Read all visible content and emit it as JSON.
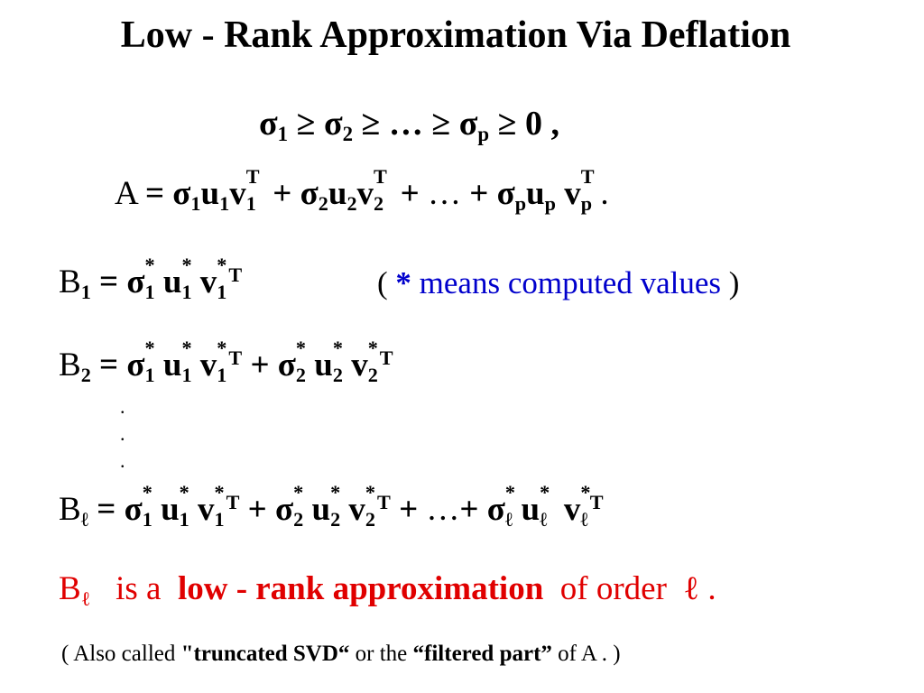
{
  "title": "Low - Rank  Approximation Via Deflation",
  "symbols": {
    "sigma": "σ",
    "ge": "≥",
    "ell": "ℓ",
    "star": "*",
    "T": "T",
    "ellipsis": "…",
    "dot": "."
  },
  "note": {
    "open": "( ",
    "star": "*",
    "text": "  means computed values",
    "close": " )"
  },
  "statement": {
    "is_a": "is a",
    "bold": "low - rank  approximation",
    "of_order": "of  order",
    "period": " ."
  },
  "footnote": {
    "part1": "( Also called ",
    "truncated": "\"truncated  SVD“",
    "part2": " or the ",
    "filtered": "“filtered part”",
    "part3": " of  A . )"
  },
  "colors": {
    "text": "#000000",
    "note_blue": "#0000cc",
    "highlight_red": "#e00000",
    "background": "#ffffff"
  }
}
